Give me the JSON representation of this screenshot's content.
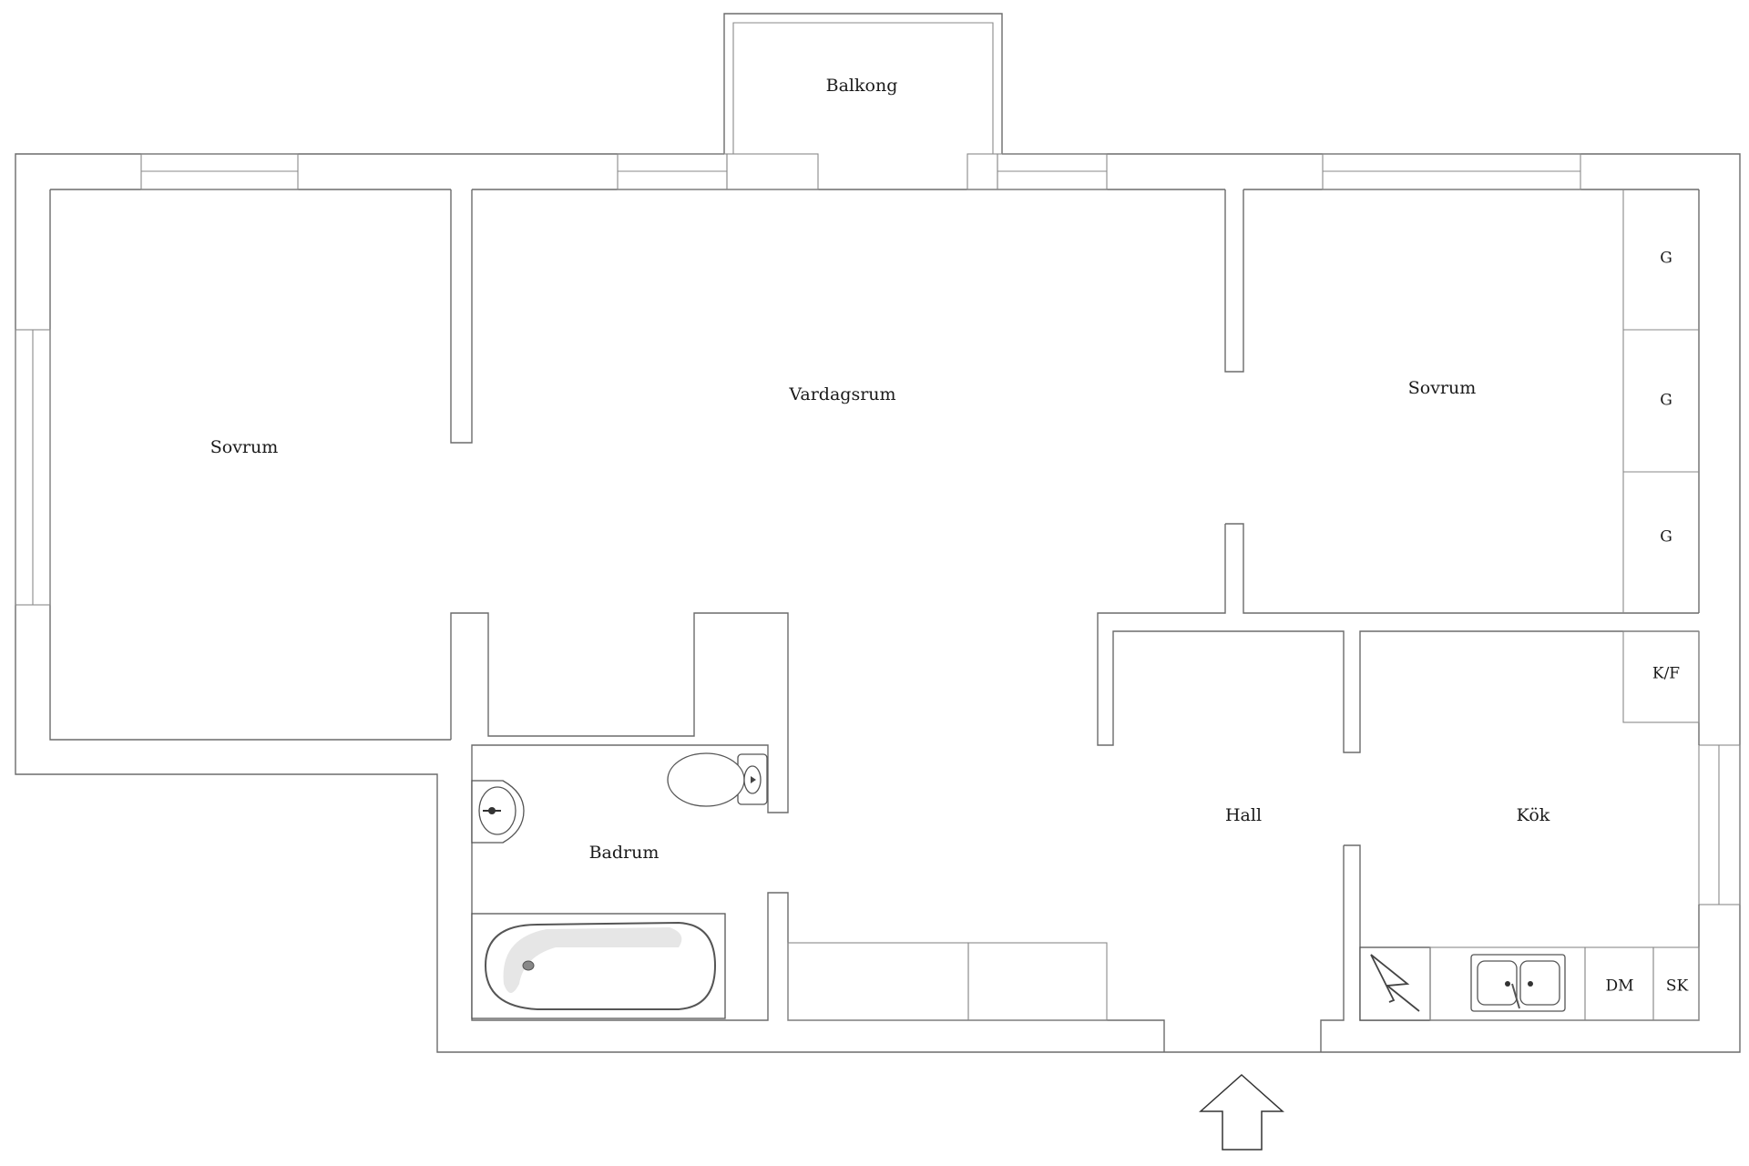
{
  "rooms": {
    "balcony": "Balkong",
    "living_room": "Vardagsrum",
    "bedroom_left": "Sovrum",
    "bedroom_right": "Sovrum",
    "bathroom": "Badrum",
    "hall": "Hall",
    "kitchen": "Kök"
  },
  "fixtures": {
    "wardrobe_1": "G",
    "wardrobe_2": "G",
    "wardrobe_3": "G",
    "fridge_freezer": "K/F",
    "dishwasher": "DM",
    "cabinet": "SK"
  },
  "icons": {
    "entrance": "entrance-arrow-icon",
    "stove": "stove-icon",
    "sink": "kitchen-sink-icon",
    "toilet": "toilet-icon",
    "bathtub": "bathtub-icon",
    "washbasin": "washbasin-icon"
  },
  "colors": {
    "wall": "#6b6b6b",
    "background": "#ffffff",
    "tub_shading": "#e6e6e6"
  }
}
